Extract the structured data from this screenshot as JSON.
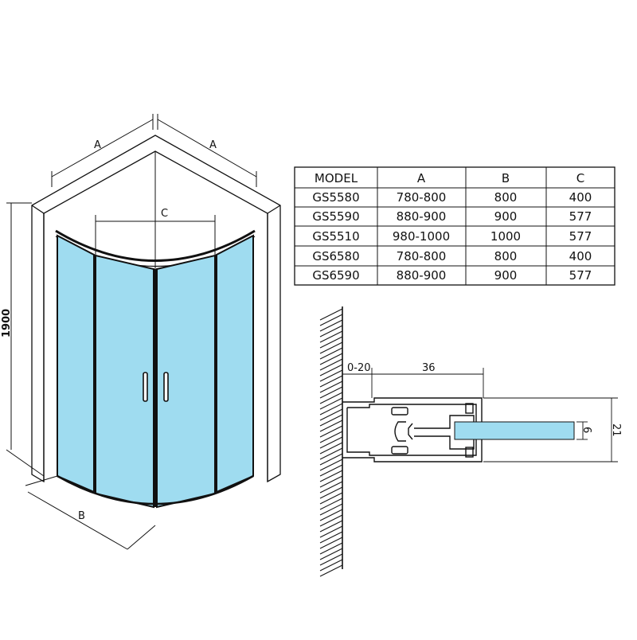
{
  "dimensions": {
    "a_left": "A",
    "a_right": "A",
    "c": "C",
    "b": "B",
    "height": "1900"
  },
  "table": {
    "headers": [
      "MODEL",
      "A",
      "B",
      "C"
    ],
    "rows": [
      [
        "GS5580",
        "780-800",
        "800",
        "400"
      ],
      [
        "GS5590",
        "880-900",
        "900",
        "577"
      ],
      [
        "GS5510",
        "980-1000",
        "1000",
        "577"
      ],
      [
        "GS6580",
        "780-800",
        "800",
        "400"
      ],
      [
        "GS6590",
        "880-900",
        "900",
        "577"
      ]
    ]
  },
  "profile": {
    "gap": "0-20",
    "width": "36",
    "glass": "6",
    "height": "21"
  },
  "colors": {
    "glass": "#9fdcf0",
    "line": "#111111"
  }
}
